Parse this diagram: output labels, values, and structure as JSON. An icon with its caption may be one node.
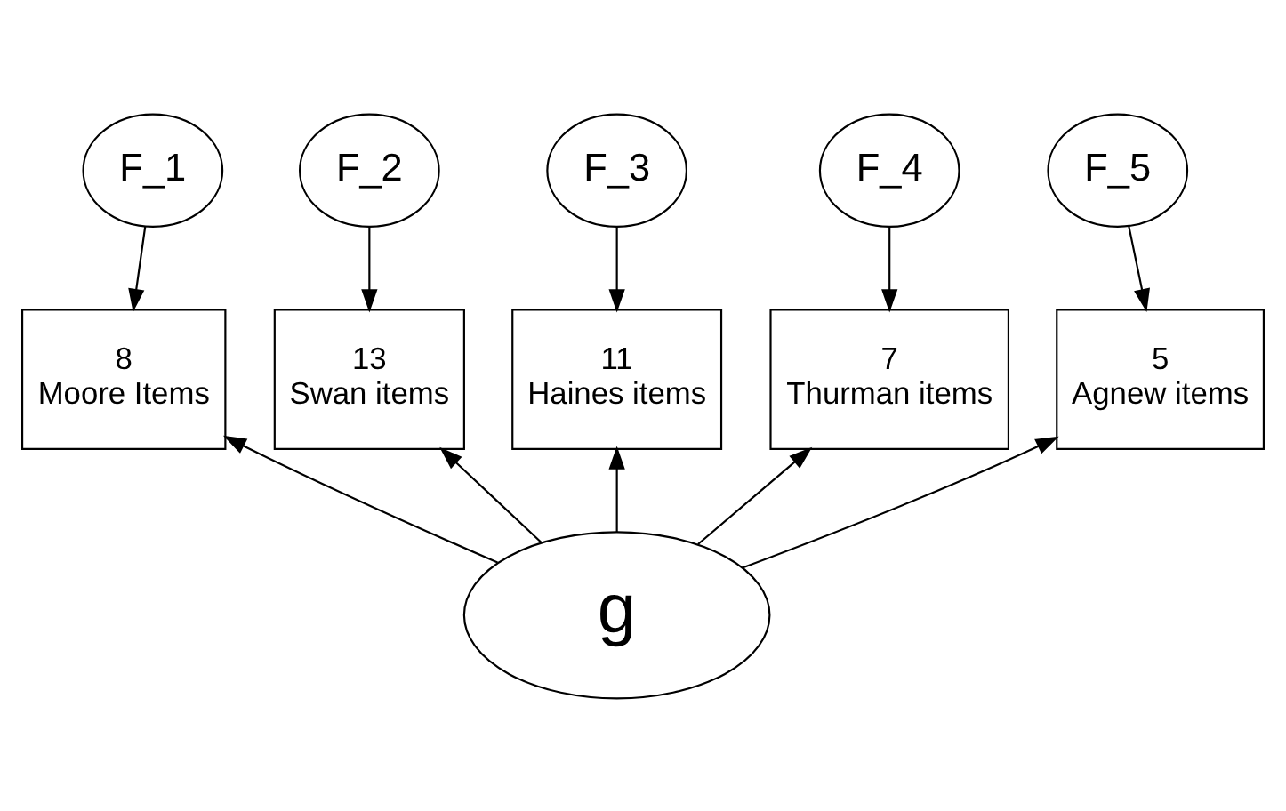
{
  "diagram": {
    "nodes": [
      {
        "text": [
          "F_1"
        ]
      },
      {
        "text": [
          "F_2"
        ]
      },
      {
        "text": [
          "F_3"
        ]
      },
      {
        "text": [
          "F_4"
        ]
      },
      {
        "text": [
          "F_5"
        ]
      },
      {
        "text": [
          "8 Moore Items"
        ]
      },
      {
        "text": [
          "13 Swan items"
        ]
      },
      {
        "text": [
          "11 Haines items"
        ]
      },
      {
        "text": [
          "7 Thurman items"
        ]
      },
      {
        "text": [
          "5 Agnew items"
        ]
      },
      {
        "text": [
          "g"
        ]
      }
    ],
    "edges": [
      {
        "from": 0,
        "to": 5,
        "arrow": "to"
      },
      {
        "from": 1,
        "to": 6,
        "arrow": "to"
      },
      {
        "from": 2,
        "to": 7,
        "arrow": "to"
      },
      {
        "from": 3,
        "to": 8,
        "arrow": "to"
      },
      {
        "from": 4,
        "to": 9,
        "arrow": "to"
      },
      {
        "from": 10,
        "to": 5,
        "arrow": "to"
      },
      {
        "from": 10,
        "to": 6,
        "arrow": "to"
      },
      {
        "from": 10,
        "to": 7,
        "arrow": "to"
      },
      {
        "from": 10,
        "to": 8,
        "arrow": "to"
      },
      {
        "from": 10,
        "to": 9,
        "arrow": "to"
      }
    ]
  }
}
